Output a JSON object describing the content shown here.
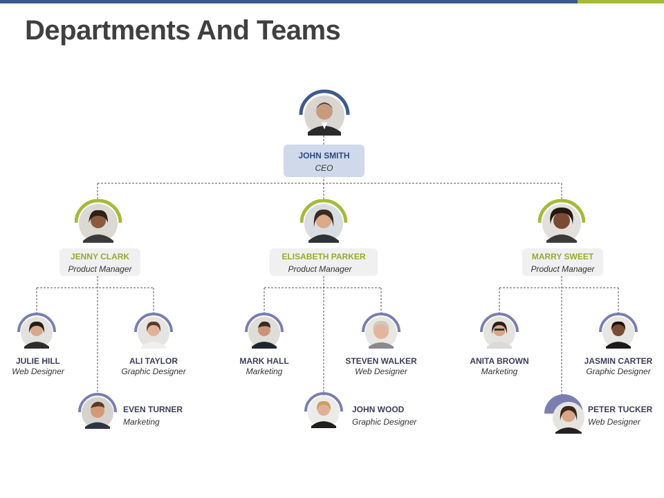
{
  "page": {
    "title": "Departments And Teams"
  },
  "colors": {
    "blue_accent": "#3d5a8f",
    "green_accent": "#a5ba3a",
    "purple_accent": "#7a7fb0"
  },
  "ceo": {
    "name": "JOHN SMITH",
    "role": "CEO"
  },
  "managers": [
    {
      "name": "JENNY CLARK",
      "role": "Product Manager"
    },
    {
      "name": "ELISABETH PARKER",
      "role": "Product Manager"
    },
    {
      "name": "MARRY SWEET",
      "role": "Product Manager"
    }
  ],
  "team": [
    {
      "name": "JULIE HILL",
      "role": "Web Designer"
    },
    {
      "name": "ALI TAYLOR",
      "role": "Graphic Designer"
    },
    {
      "name": "EVEN TURNER",
      "role": "Marketing"
    },
    {
      "name": "MARK HALL",
      "role": "Marketing"
    },
    {
      "name": "STEVEN WALKER",
      "role": "Web Designer"
    },
    {
      "name": "JOHN WOOD",
      "role": "Graphic Designer"
    },
    {
      "name": "ANITA BROWN",
      "role": "Marketing"
    },
    {
      "name": "JASMIN CARTER",
      "role": "Graphic Designer"
    },
    {
      "name": "PETER TUCKER",
      "role": "Web Designer"
    }
  ]
}
